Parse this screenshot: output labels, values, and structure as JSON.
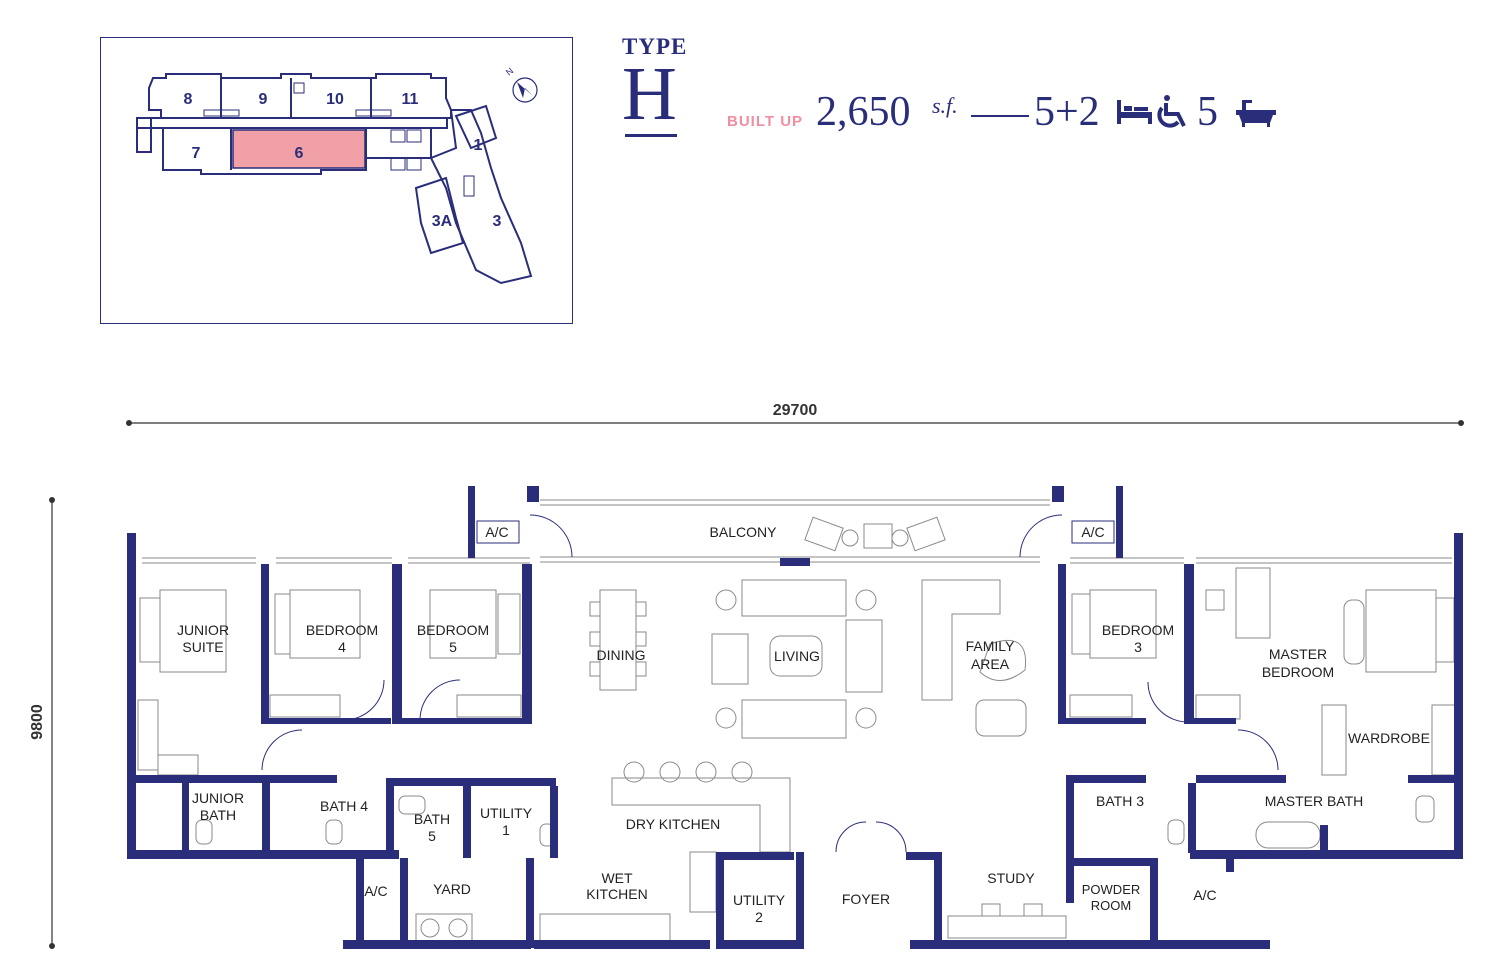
{
  "header": {
    "type_word": "TYPE",
    "type_letter": "H",
    "built_up_label": "BUILT UP",
    "area_value": "2,650",
    "area_unit": "s.f.",
    "rooms": "5+2",
    "baths": "5"
  },
  "keyplan": {
    "blocks": [
      "8",
      "9",
      "10",
      "11",
      "7",
      "6",
      "1",
      "3A",
      "3"
    ],
    "highlighted_block": "6",
    "highlight_color": "#f0a0a6",
    "compass_letter": "N"
  },
  "dimensions": {
    "width": "29700",
    "depth": "9800"
  },
  "rooms": {
    "balcony": "BALCONY",
    "ac_1": "A/C",
    "ac_2": "A/C",
    "ac_3": "A/C",
    "ac_4": "A/C",
    "junior_suite_1": "JUNIOR",
    "junior_suite_2": "SUITE",
    "bedroom4_1": "BEDROOM",
    "bedroom4_2": "4",
    "bedroom5_1": "BEDROOM",
    "bedroom5_2": "5",
    "dining": "DINING",
    "living": "LIVING",
    "family_1": "FAMILY",
    "family_2": "AREA",
    "bedroom3_1": "BEDROOM",
    "bedroom3_2": "3",
    "master_1": "MASTER",
    "master_2": "BEDROOM",
    "wardrobe": "WARDROBE",
    "junior_bath_1": "JUNIOR",
    "junior_bath_2": "BATH",
    "bath4": "BATH 4",
    "bath5_1": "BATH",
    "bath5_2": "5",
    "utility1_1": "UTILITY",
    "utility1_2": "1",
    "dry_kitchen": "DRY KITCHEN",
    "bath3": "BATH 3",
    "master_bath": "MASTER BATH",
    "yard": "YARD",
    "wet_kitchen_1": "WET",
    "wet_kitchen_2": "KITCHEN",
    "utility2_1": "UTILITY",
    "utility2_2": "2",
    "foyer": "FOYER",
    "study": "STUDY",
    "powder_1": "POWDER",
    "powder_2": "ROOM"
  },
  "colors": {
    "wall": "#2a2e7a",
    "accent_pink": "#ef8fa1",
    "furniture_stroke": "#8a8a8a"
  },
  "icons": [
    "bed-icon",
    "wheelchair-icon",
    "bathtub-icon",
    "compass-icon"
  ]
}
